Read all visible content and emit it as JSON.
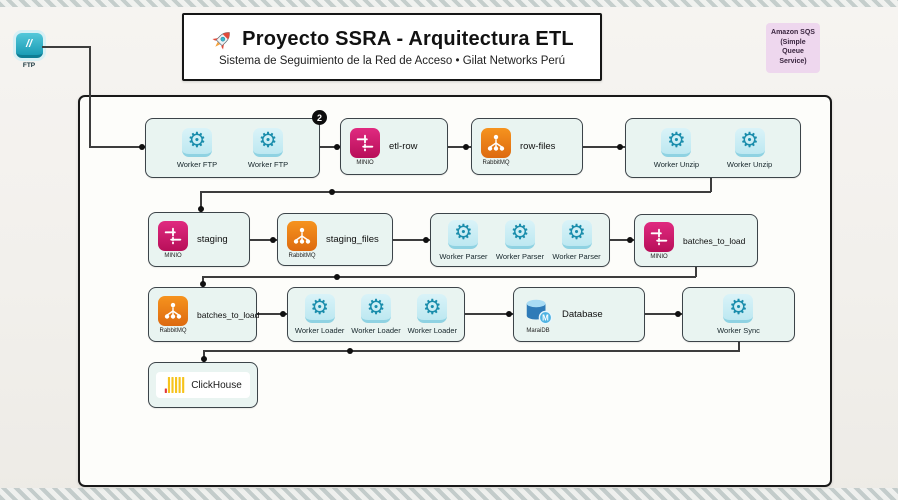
{
  "header": {
    "title": "Proyecto SSRA - Arquitectura ETL",
    "subtitle": "Sistema de Seguimiento de la Red de Acceso • Gilat Networks Perú",
    "icon": "rocket-icon"
  },
  "sqs_note": {
    "lines": [
      "Amazon SQS",
      "(Simple",
      "Queue",
      "Service)"
    ]
  },
  "source": {
    "label": "FTP",
    "glyph": "//"
  },
  "badge": {
    "count": "2"
  },
  "icons": {
    "gear": "⚙"
  },
  "colors": {
    "minio_pink": "#cb1964",
    "rabbitmq_orange": "#ea7b22",
    "worker_teal": "#1a8dac",
    "mariadb_blue": "#2f7bb8",
    "clickhouse_yellow": "#f6c31c",
    "sqs_note_bg": "#eed7ee",
    "node_fill": "#e9f4f1",
    "edge": "#3d3d3d"
  },
  "nodes": {
    "worker_ftp": {
      "workers": [
        "Worker FTP",
        "Worker FTP"
      ]
    },
    "etl_row": {
      "label": "etl-row",
      "icon_label": "MINIO"
    },
    "row_files": {
      "label": "row-files",
      "icon_label": "RabbitMQ"
    },
    "worker_unzip": {
      "workers": [
        "Worker Unzip",
        "Worker Unzip"
      ]
    },
    "staging": {
      "label": "staging",
      "icon_label": "MINIO"
    },
    "staging_files": {
      "label": "staging_files",
      "icon_label": "RabbitMQ"
    },
    "worker_parser": {
      "workers": [
        "Worker Parser",
        "Worker Parser",
        "Worker Parser"
      ]
    },
    "batches_to_load_bucket": {
      "label": "batches_to_load",
      "icon_label": "MINIO"
    },
    "batches_to_load_queue": {
      "label": "batches_to_load",
      "icon_label": "RabbitMQ"
    },
    "worker_loader": {
      "workers": [
        "Worker Loader",
        "Worker Loader",
        "Worker Loader"
      ]
    },
    "database": {
      "label": "Database",
      "icon_label": "MaraiDB"
    },
    "worker_sync": {
      "workers": [
        "Worker Sync"
      ]
    },
    "clickhouse": {
      "label": "ClickHouse"
    }
  }
}
